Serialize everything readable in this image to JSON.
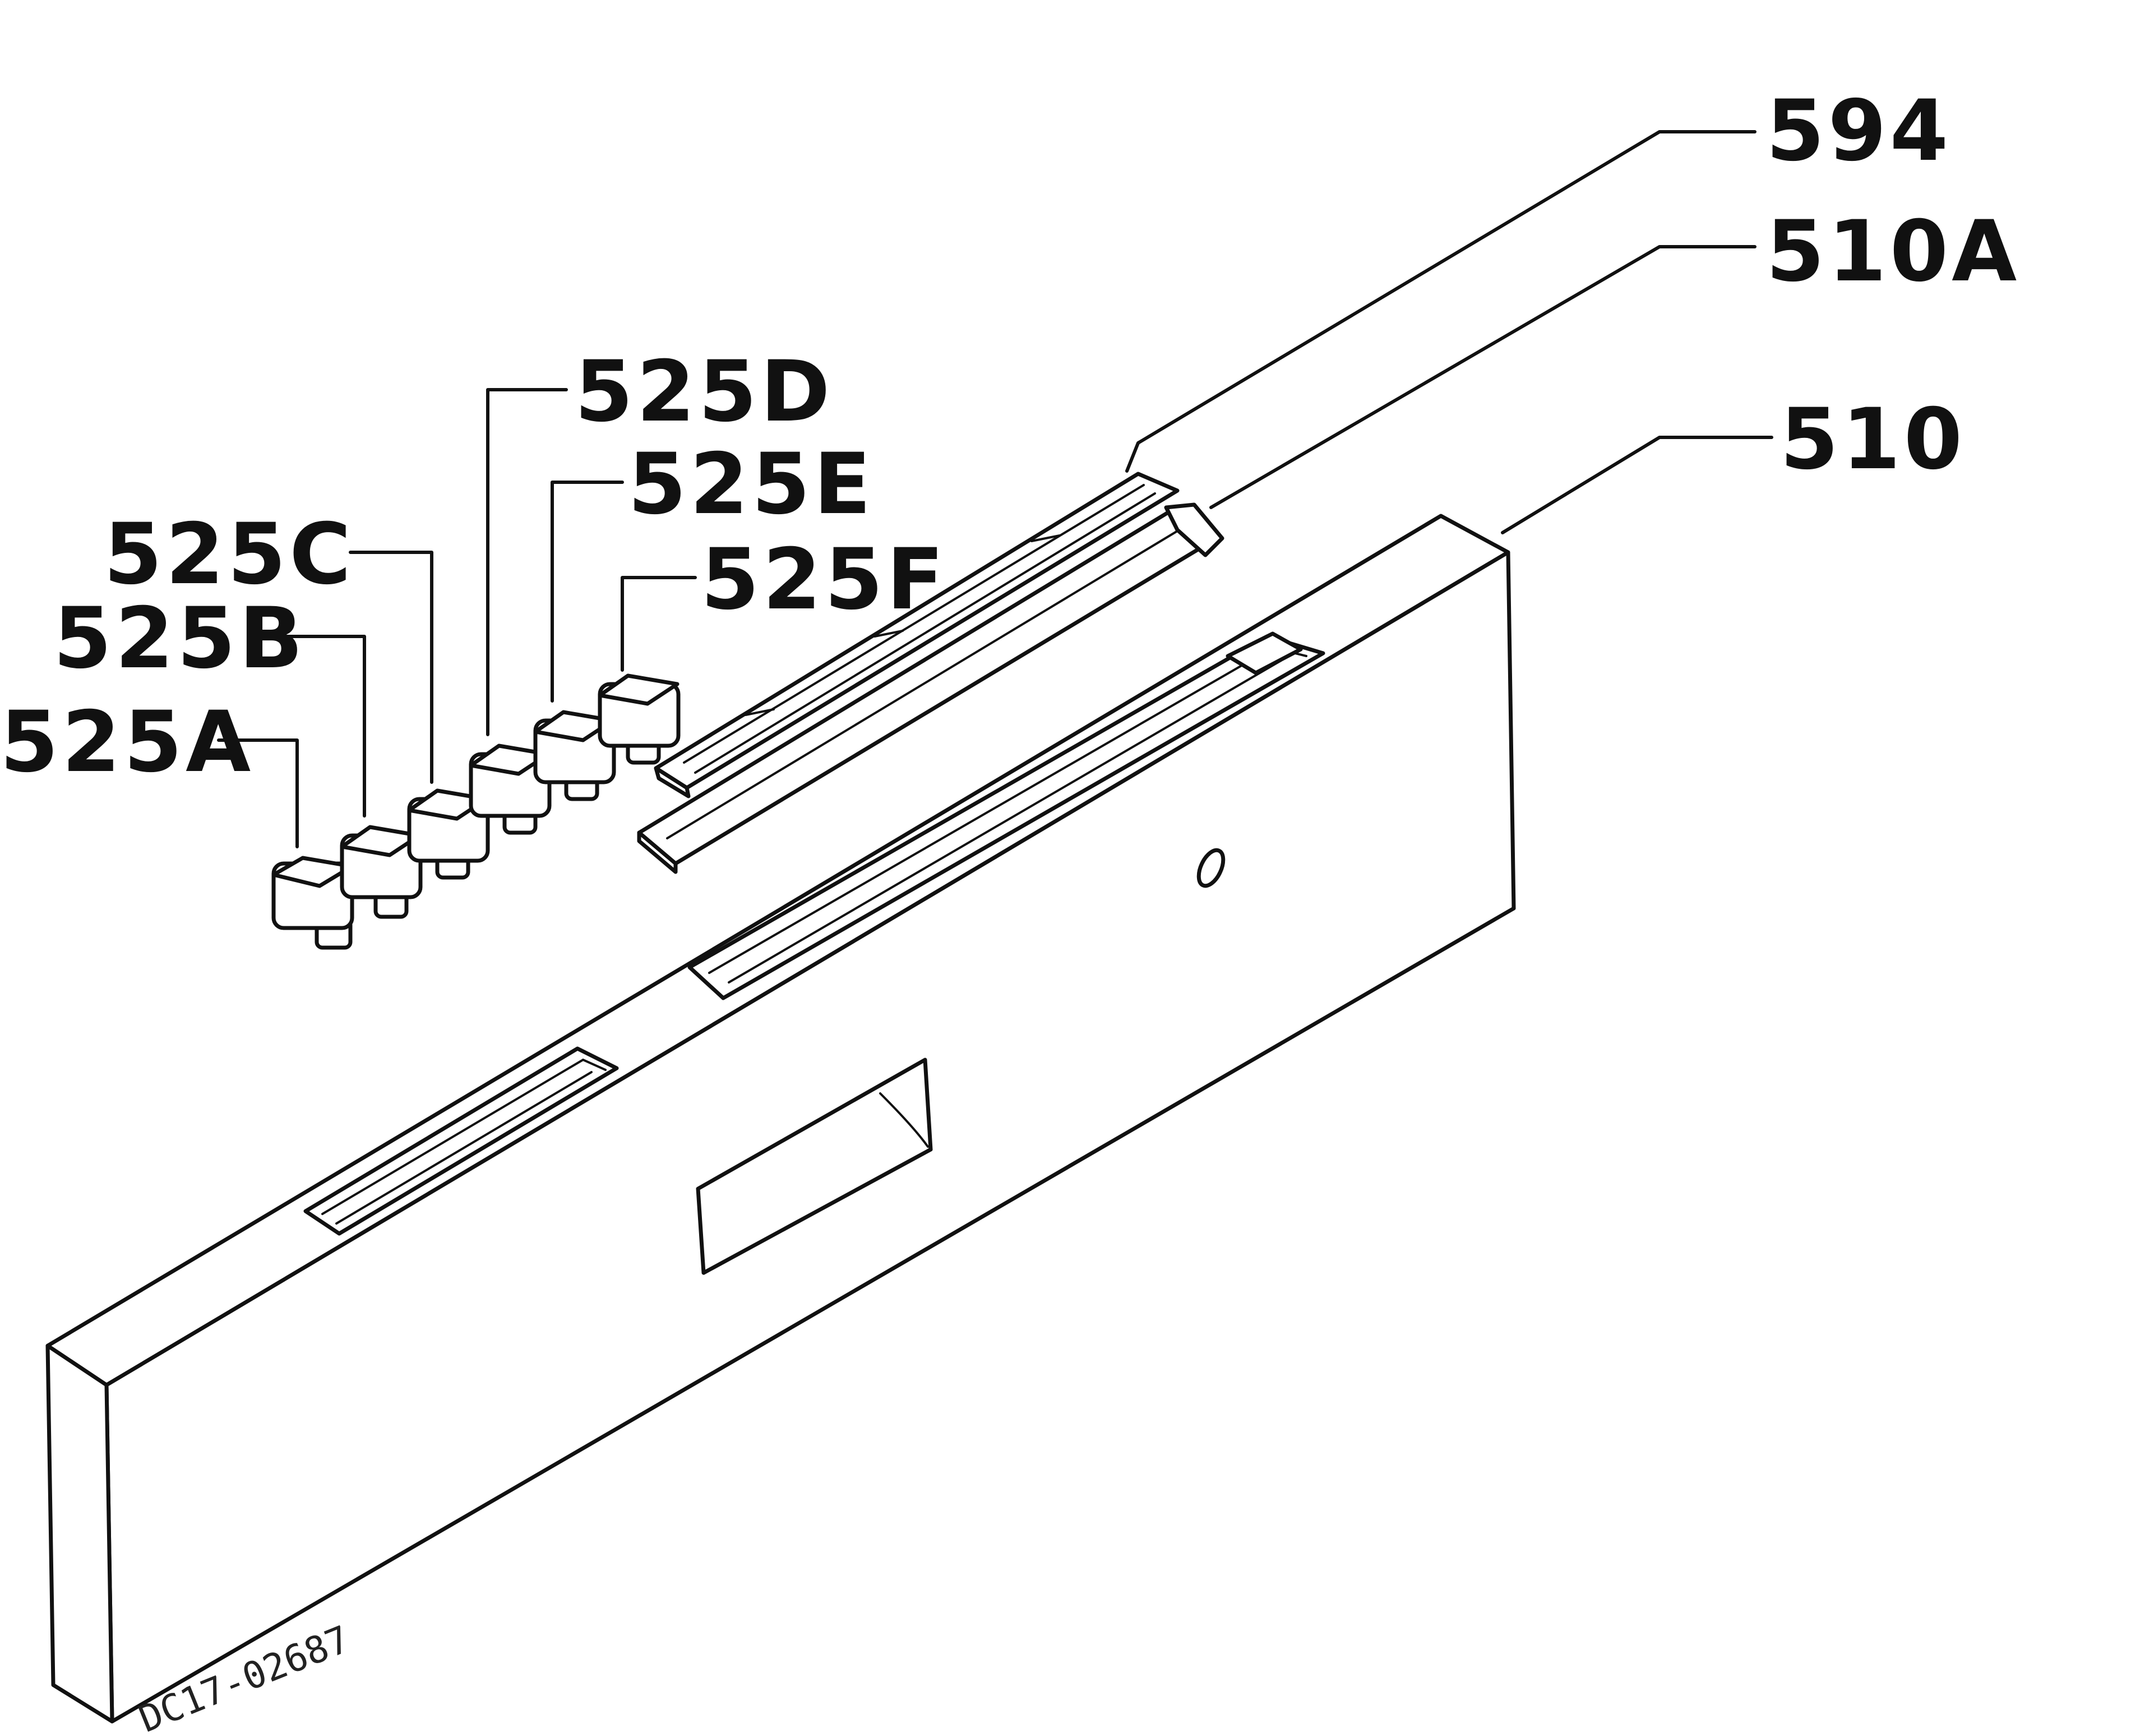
{
  "diagram": {
    "labels": {
      "part_594": "594",
      "part_510A": "510A",
      "part_510": "510",
      "part_525D": "525D",
      "part_525E": "525E",
      "part_525C": "525C",
      "part_525F": "525F",
      "part_525B": "525B",
      "part_525A": "525A"
    },
    "drawing_number": "DC17-02687"
  }
}
